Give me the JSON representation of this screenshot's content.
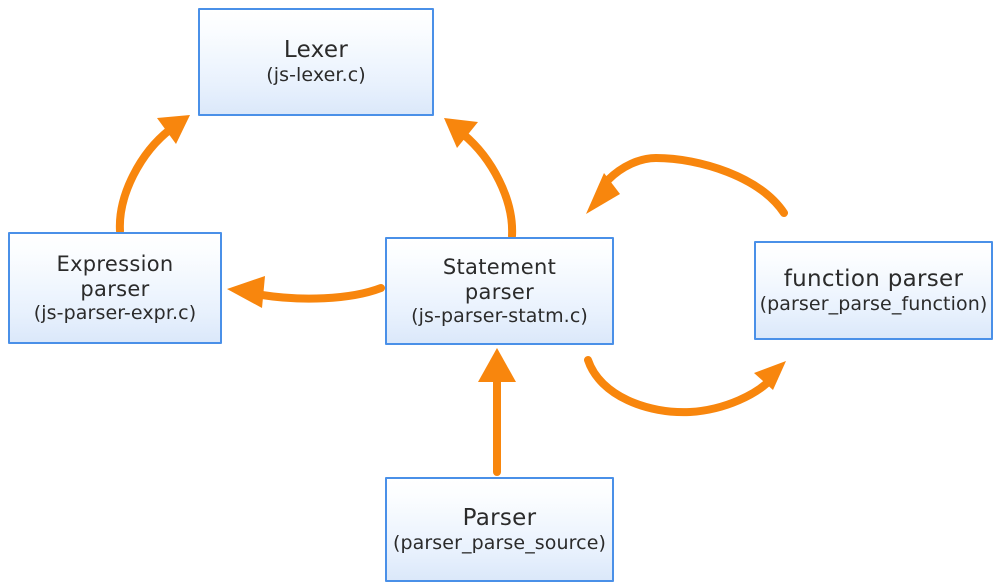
{
  "diagram": {
    "title_context": "JavaScript engine parser component relationships",
    "accent_color": "#F8860D",
    "node_border_color": "#4a90e8",
    "background_color": "#ffffff",
    "nodes": [
      {
        "id": "lexer",
        "title": "Lexer",
        "sub": "(js-lexer.c)"
      },
      {
        "id": "expr",
        "title": "Expression\nparser",
        "title_line1": "Expression",
        "title_line2": "parser",
        "sub": "(js-parser-expr.c)"
      },
      {
        "id": "statm",
        "title_line1": "Statement",
        "title_line2": "parser",
        "sub": "(js-parser-statm.c)"
      },
      {
        "id": "func",
        "title": "function parser",
        "sub": "(parser_parse_function)"
      },
      {
        "id": "parser",
        "title": "Parser",
        "sub": "(parser_parse_source)"
      }
    ],
    "edges": [
      {
        "id": "expr-to-lexer",
        "from": "expr",
        "to": "lexer",
        "style": "curved"
      },
      {
        "id": "statm-to-lexer",
        "from": "statm",
        "to": "lexer",
        "style": "curved"
      },
      {
        "id": "statm-to-expr",
        "from": "statm",
        "to": "expr",
        "style": "curved"
      },
      {
        "id": "func-to-statm",
        "from": "func",
        "to": "statm",
        "style": "arc-over"
      },
      {
        "id": "statm-to-func",
        "from": "statm",
        "to": "func",
        "style": "arc-under"
      },
      {
        "id": "parser-to-statm",
        "from": "parser",
        "to": "statm",
        "style": "straight"
      }
    ]
  }
}
